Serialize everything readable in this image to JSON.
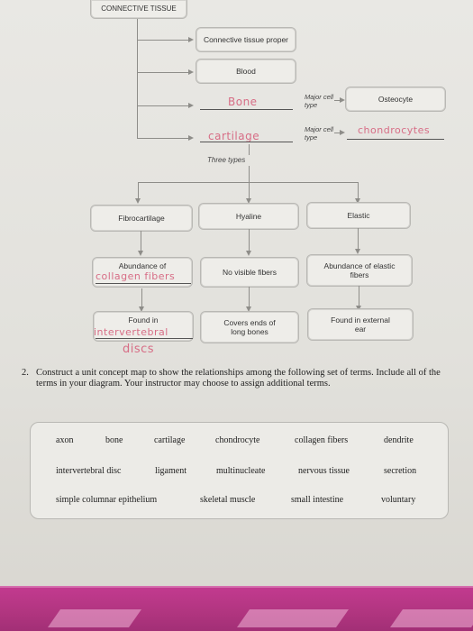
{
  "title": "CONNECTIVE TISSUE",
  "map": {
    "proper": "Connective tissue proper",
    "blood": "Blood",
    "bone_hand": "Bone",
    "major_cell_type": "Major cell type",
    "osteocyte": "Osteocyte",
    "cartilage_hand": "cartilage",
    "major_cell_type_2": "Major cell type",
    "chondrocytes_hand": "chondrocytes",
    "three_types": "Three types",
    "fibrocartilage": "Fibrocartilage",
    "hyaline": "Hyaline",
    "elastic": "Elastic",
    "abundance_collagen": "Abundance of",
    "collagen_hand": "collagen fibers",
    "no_visible": "No visible fibers",
    "abundance_elastic": "Abundance of elastic fibers",
    "found_in": "Found in",
    "intervertebral_hand": "intervertebral",
    "discs_hand": "discs",
    "covers_ends": "Covers ends of long bones",
    "found_external": "Found in external ear"
  },
  "question": {
    "number": "2.",
    "text": "Construct a unit concept map to show the relationships among the following set of terms. Include all of the terms in your diagram. Your instructor may choose to assign additional terms."
  },
  "terms": {
    "row1": [
      "axon",
      "bone",
      "cartilage",
      "chondrocyte",
      "collagen fibers",
      "dendrite"
    ],
    "row2": [
      "intervertebral disc",
      "ligament",
      "multinucleate",
      "nervous tissue",
      "secretion"
    ],
    "row3": [
      "simple columnar epithelium",
      "skeletal muscle",
      "small intestine",
      "voluntary"
    ]
  },
  "colors": {
    "handwriting": "#d76d86",
    "footer": "#b0357f"
  }
}
